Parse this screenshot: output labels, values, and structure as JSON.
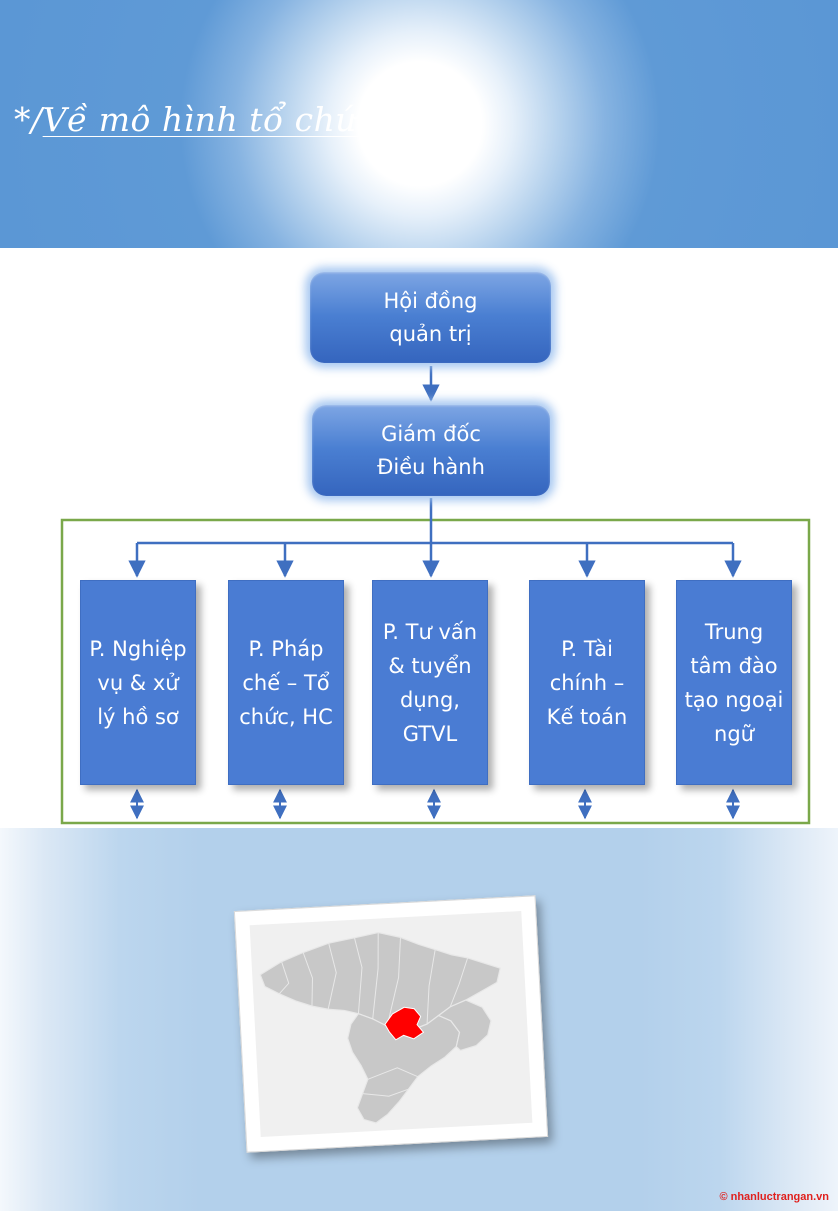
{
  "header": {
    "prefix": "*/",
    "title": "Về mô hình tổ chức"
  },
  "org_chart": {
    "board": "Hội đồng quản trị",
    "director": "Giám đốc Điều hành",
    "departments": [
      "P. Nghiệp vụ & xử lý hồ sơ",
      "P. Pháp chế – Tổ chức, HC",
      "P. Tư vấn & tuyển dụng, GTVL",
      "P.  Tài chính – Kế toán",
      "Trung tâm đào tạo ngoại ngữ"
    ]
  },
  "map": {
    "highlight_color": "#ff0000",
    "region_color": "#c8c8c8"
  },
  "footer": {
    "copyright": "© nhanluctrangan.vn"
  },
  "colors": {
    "box_blue": "#4a7cd3",
    "connector": "#3f6fc0",
    "group_border": "#7aa84a"
  }
}
